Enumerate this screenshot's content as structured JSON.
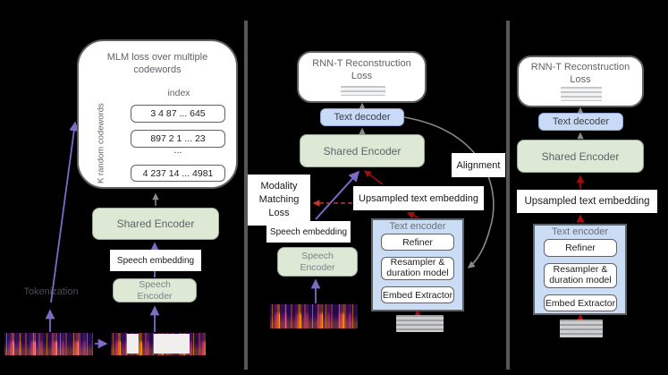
{
  "panels": {
    "left": {
      "mlm_box": {
        "title": "MLM loss over multiple codewords",
        "index_label": "index",
        "brace_label": "K random codewords",
        "codewords": [
          "3 4 87 ... 645",
          "897 2 1 ... 23",
          "...",
          "4 237 14 ... 4981"
        ]
      },
      "shared_encoder": "Shared Encoder",
      "speech_embedding": "Speech embedding",
      "speech_encoder": "Speech Encoder",
      "tokenization": "Tokenization"
    },
    "middle": {
      "loss_box": "RNN-T Reconstruction Loss",
      "text_decoder": "Text decoder",
      "shared_encoder": "Shared Encoder",
      "alignment": "Alignment",
      "upsampled_text_embedding": "Upsampled text embedding",
      "modality_matching_loss": "Modality Matching Loss",
      "speech_embedding": "Speech embedding",
      "speech_encoder": "Speech Encoder",
      "text_encoder": {
        "title": "Text encoder",
        "refiner": "Refiner",
        "resampler": "Resampler & duration model",
        "embed_extractor": "Embed Extractor"
      }
    },
    "right": {
      "loss_box": "RNN-T Reconstruction Loss",
      "text_decoder": "Text decoder",
      "shared_encoder": "Shared Encoder",
      "upsampled_text_embedding": "Upsampled text embedding",
      "text_encoder": {
        "title": "Text encoder",
        "refiner": "Refiner",
        "resampler": "Resampler & duration model",
        "embed_extractor": "Embed Extractor"
      }
    }
  },
  "colors": {
    "background": "#000000",
    "encoder_green": "#dde9d5",
    "decoder_blue": "#c9daf8",
    "container_blue": "#cbdcf5",
    "purple_arrow": "#7d6bc7",
    "red_arrow": "#a50e0e",
    "gray_arrow": "#8a8a8a",
    "divider_gray": "#575757"
  }
}
